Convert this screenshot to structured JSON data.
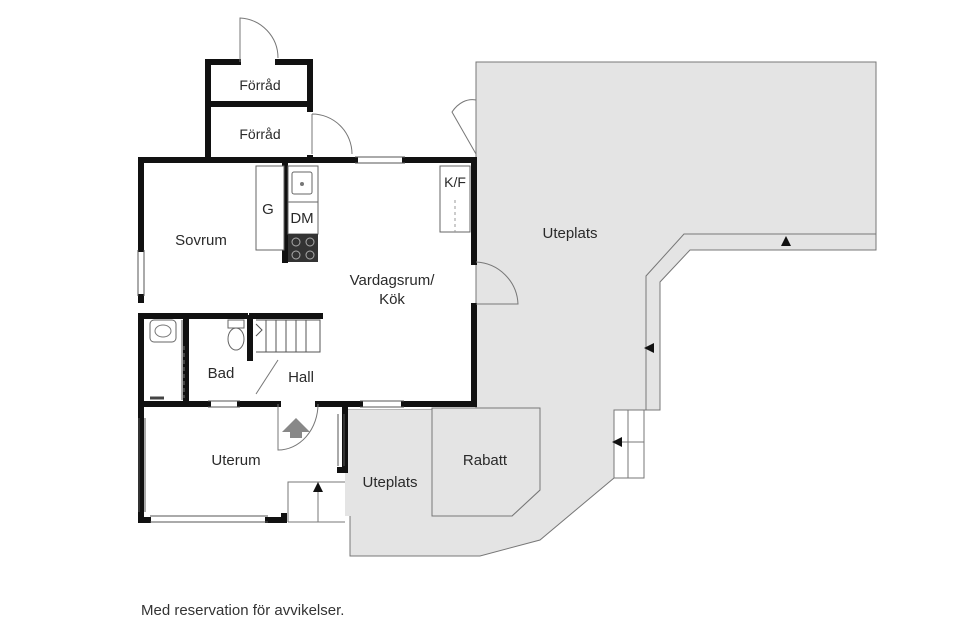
{
  "rooms": {
    "forrad_top": "Förråd",
    "forrad_bottom": "Förråd",
    "sovrum": "Sovrum",
    "garderob": "G",
    "diskmaskin": "DM",
    "kyl_frys": "K/F",
    "vardagsrum_line1": "Vardagsrum/",
    "vardagsrum_line2": "Kök",
    "bad": "Bad",
    "hall": "Hall",
    "uterum": "Uterum",
    "uteplats_large": "Uteplats",
    "uteplats_small": "Uteplats",
    "rabatt": "Rabatt"
  },
  "footer": {
    "disclaimer": "Med reservation för avvikelser."
  },
  "colors": {
    "wall": "#111111",
    "patio_fill": "#e4e4e4",
    "background": "#ffffff"
  }
}
